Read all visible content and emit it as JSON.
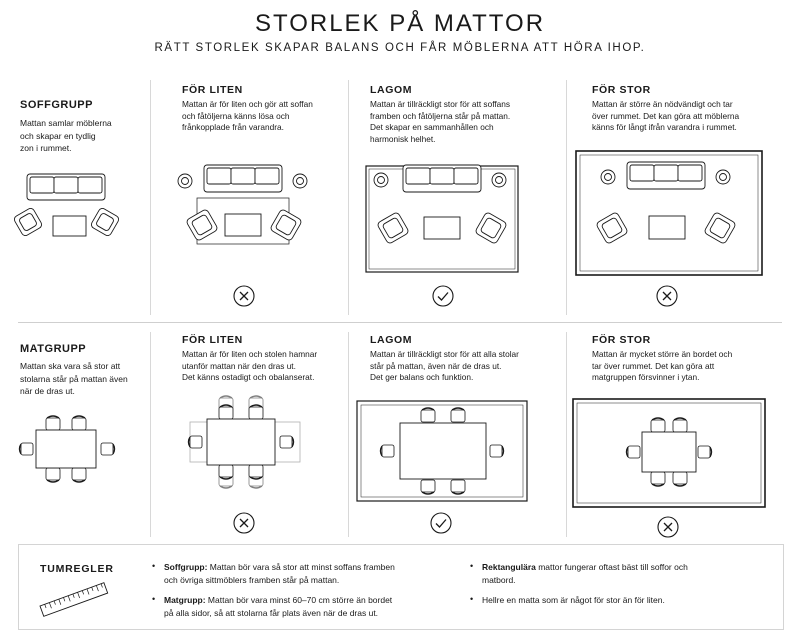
{
  "title": "STORLEK PÅ MATTOR",
  "subtitle": "RÄTT STORLEK SKAPAR BALANS OCH FÅR MÖBLERNA ATT HÖRA IHOP.",
  "sofa": {
    "title": "SOFFGRUPP",
    "description_lines": [
      "Mattan samlar möblerna",
      "och skapar en tydlig",
      "zon i rummet."
    ],
    "cases": [
      {
        "heading": "FÖR LITEN",
        "lines": [
          "Mattan är för liten och gör att soffan",
          "och fåtöljerna känns lösa och",
          "frånkopplade från varandra."
        ],
        "verdict": "cross"
      },
      {
        "heading": "LAGOM",
        "lines": [
          "Mattan är tillräckligt stor för att soffans",
          "framben och fåtöljerna står på mattan.",
          "Det skapar en sammanhållen och",
          "harmonisk helhet."
        ],
        "verdict": "check"
      },
      {
        "heading": "FÖR STOR",
        "lines": [
          "Mattan är större än nödvändigt och tar",
          "över rummet. Det kan göra att möblerna",
          "känns för långt ifrån varandra i rummet."
        ],
        "verdict": "cross"
      }
    ]
  },
  "dining": {
    "title": "MATGRUPP",
    "description_lines": [
      "Mattan ska vara så stor att",
      "stolarna står på mattan även",
      "när de dras ut."
    ],
    "cases": [
      {
        "heading": "FÖR LITEN",
        "lines": [
          "Mattan är för liten och stolen hamnar",
          "utanför mattan när den dras ut.",
          "Det känns ostadigt och obalanserat."
        ],
        "verdict": "cross"
      },
      {
        "heading": "LAGOM",
        "lines": [
          "Mattan är tillräckligt stor för att alla stolar",
          "står på mattan, även när de dras ut.",
          "Det ger balans och funktion."
        ],
        "verdict": "check"
      },
      {
        "heading": "FÖR STOR",
        "lines": [
          "Mattan är mycket större än bordet och",
          "tar över rummet. Det kan göra att",
          "matgruppen försvinner i ytan."
        ],
        "verdict": "cross"
      }
    ]
  },
  "tips": {
    "title": "TUMREGLER",
    "icon": "ruler-icon",
    "items": [
      {
        "bold": "Soffgrupp:",
        "lines": [
          " Mattan bör vara så stor att minst soffans framben",
          "och övriga sittmöblers framben står på mattan."
        ]
      },
      {
        "bold": "Matgrupp:",
        "lines": [
          " Mattan bör vara minst 60–70 cm större än bordet",
          "på alla sidor, så att stolarna får plats även när de dras ut."
        ]
      },
      {
        "bold": "Rektangulära",
        "lines": [
          " mattor fungerar oftast bäst till soffor och",
          "matbord."
        ]
      },
      {
        "bold": "",
        "lines": [
          "Hellre en matta som är något för stor än för liten."
        ]
      }
    ]
  },
  "colors": {
    "line": "#1a1a1a",
    "divider": "#d4d4d4"
  }
}
